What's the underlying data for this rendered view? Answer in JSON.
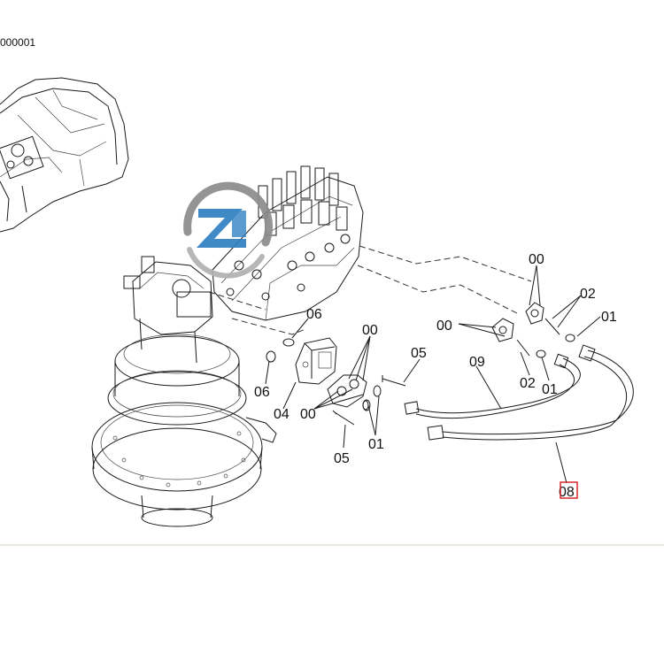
{
  "header": {
    "ref": "000001"
  },
  "callouts": [
    {
      "id": "c00a",
      "text": "00"
    },
    {
      "id": "c02a",
      "text": "02"
    },
    {
      "id": "c01a",
      "text": "01"
    },
    {
      "id": "c06a",
      "text": "06"
    },
    {
      "id": "c00b",
      "text": "00"
    },
    {
      "id": "c00c",
      "text": "00"
    },
    {
      "id": "c05a",
      "text": "05"
    },
    {
      "id": "c09",
      "text": "09"
    },
    {
      "id": "c06b",
      "text": "06"
    },
    {
      "id": "c04",
      "text": "04"
    },
    {
      "id": "c00d",
      "text": "00"
    },
    {
      "id": "c02b",
      "text": "02"
    },
    {
      "id": "c01b",
      "text": "01"
    },
    {
      "id": "c01c",
      "text": "01"
    },
    {
      "id": "c05b",
      "text": "05"
    },
    {
      "id": "c08",
      "text": "08",
      "selected": true
    }
  ],
  "colors": {
    "line": "#1a1a1a",
    "selection": "#d2191e",
    "watermark_blue": "#2f7fc2",
    "watermark_gray": "#8c8c8c"
  },
  "watermark": {
    "icon": "zq-logo-icon"
  }
}
